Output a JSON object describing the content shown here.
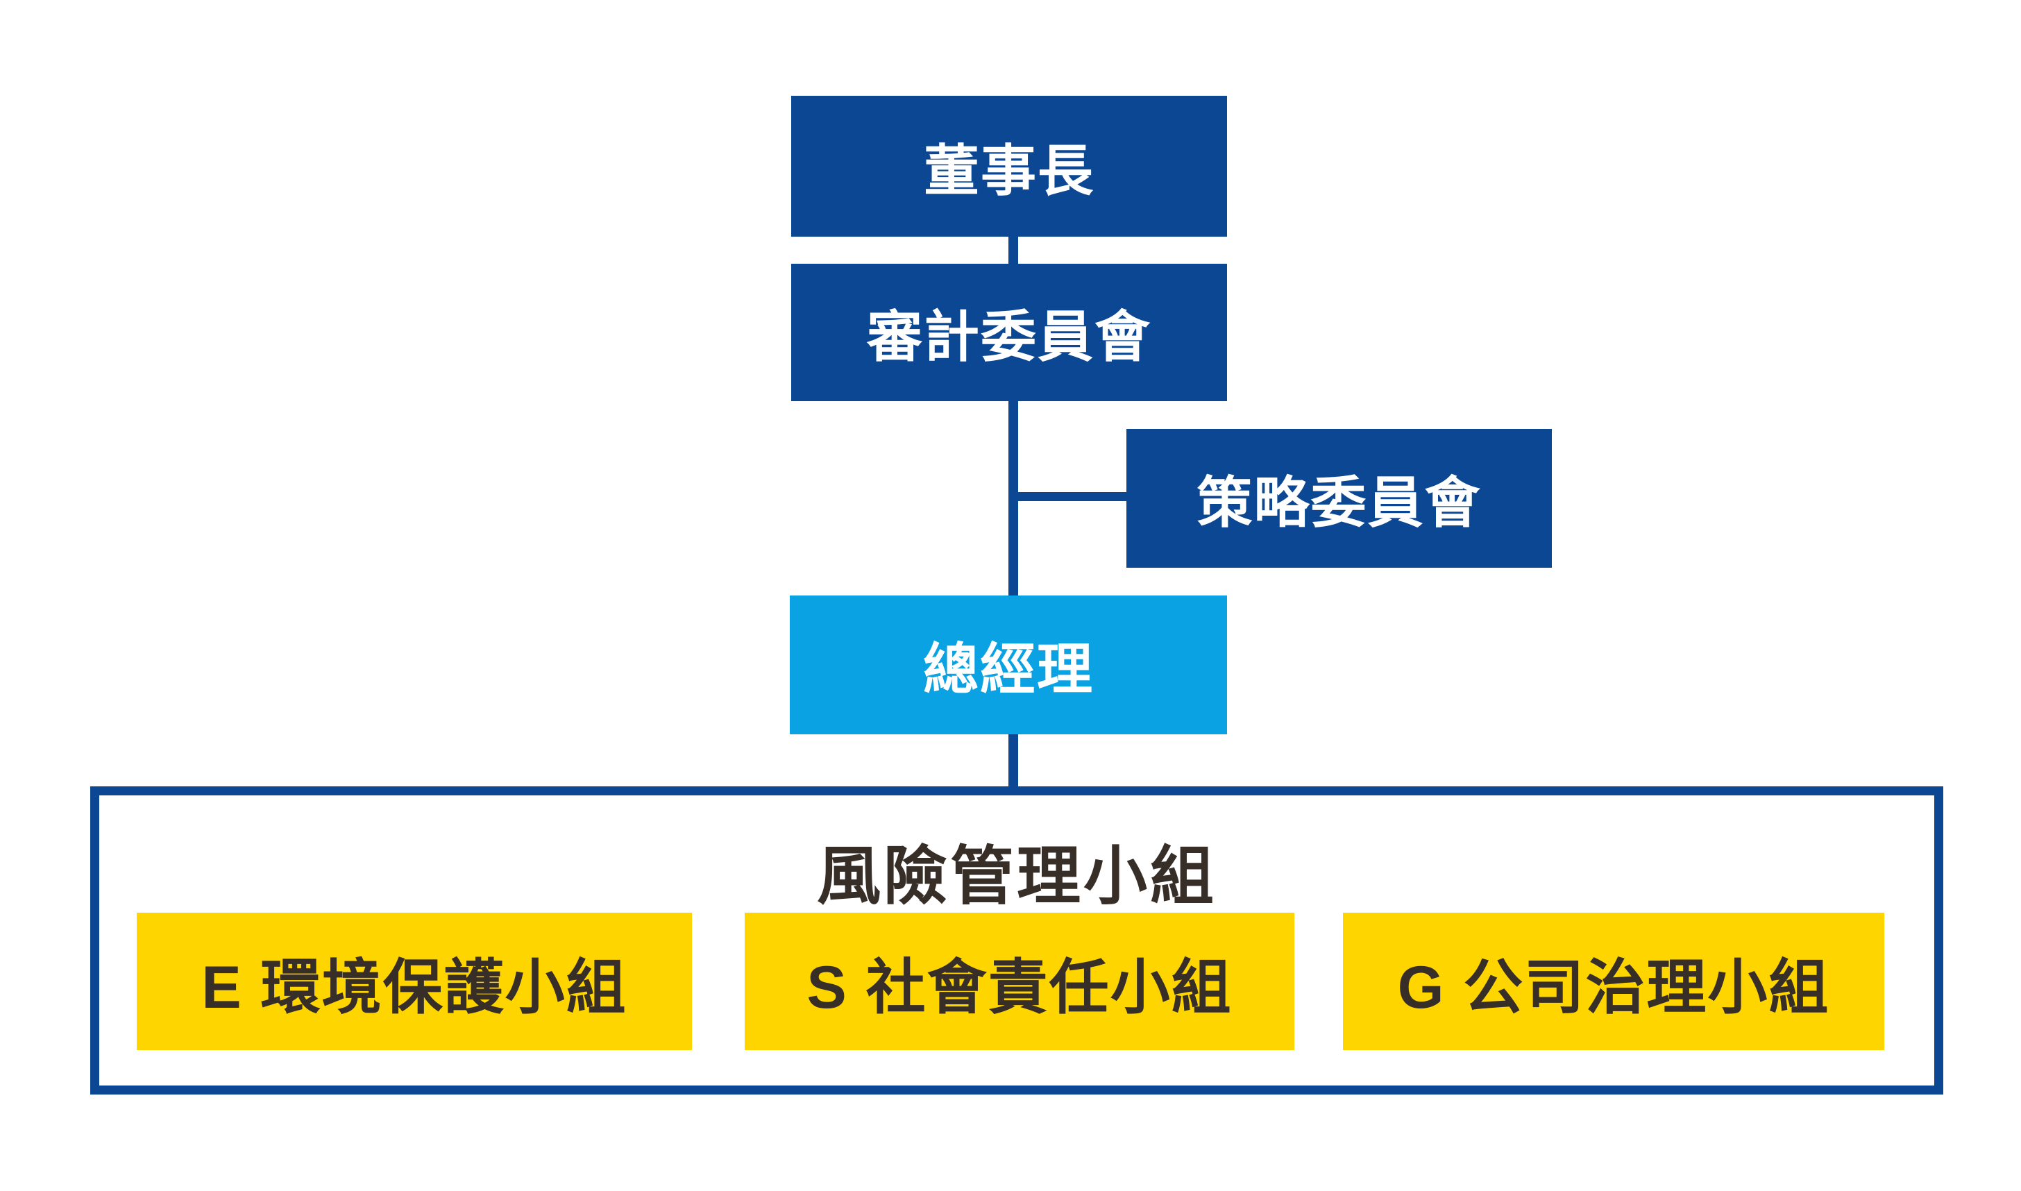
{
  "org_chart": {
    "chairman": {
      "label": "董事長"
    },
    "audit_committee": {
      "label": "審計委員會"
    },
    "strategy_committee": {
      "label": "策略委員會"
    },
    "general_manager": {
      "label": "總經理"
    },
    "risk_management_group": {
      "label": "風險管理小組",
      "teams": [
        {
          "label": "E 環境保護小組"
        },
        {
          "label": "S 社會責任小組"
        },
        {
          "label": "G 公司治理小組"
        }
      ]
    },
    "colors": {
      "navy_box": "#0B4793",
      "light_blue_box": "#0AA2E2",
      "yellow_box": "#FFD500",
      "dark_text": "#382E28",
      "white_text": "#FFFFFF",
      "connector": "#0B4793",
      "container_border": "#0B4793",
      "background": "#FFFFFF"
    }
  }
}
